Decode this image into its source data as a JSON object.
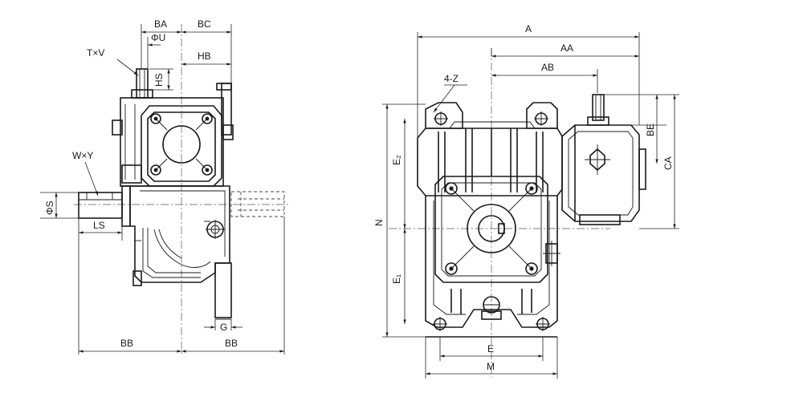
{
  "diagram": {
    "side_view": {
      "labels": {
        "BA": "BA",
        "BC": "BC",
        "phiU": "ΦU",
        "TxV": "T×V",
        "HB": "HB",
        "HS": "HS",
        "WxY": "W×Y",
        "phiS": "ΦS",
        "LS": "LS",
        "G": "G",
        "BB_left": "BB",
        "BB_right": "BB"
      }
    },
    "front_view": {
      "labels": {
        "A": "A",
        "AA": "AA",
        "AB": "AB",
        "four_Z": "4-Z",
        "E2": "E₂",
        "N": "N",
        "E1": "E₁",
        "BE": "BE",
        "CA": "CA",
        "E": "E",
        "M": "M"
      }
    }
  }
}
